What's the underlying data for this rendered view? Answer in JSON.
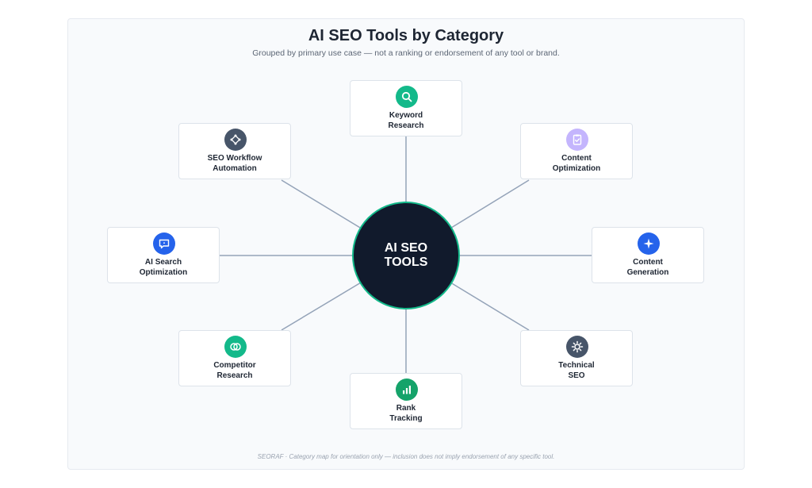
{
  "header": {
    "title": "AI SEO Tools by Category",
    "subtitle": "Grouped by primary use case — not a ranking or endorsement of any tool or brand."
  },
  "hub": {
    "line1": "AI SEO",
    "line2": "TOOLS",
    "ring_color": "#13b98a",
    "fill_color": "#111a2c"
  },
  "categories": [
    {
      "line1": "Keyword",
      "line2": "Research",
      "icon": "search-icon",
      "color": "#13b98a"
    },
    {
      "line1": "Content",
      "line2": "Optimization",
      "icon": "clipboard-check-icon",
      "color": "#c4b5fd"
    },
    {
      "line1": "Content",
      "line2": "Generation",
      "icon": "sparkle-icon",
      "color": "#2563eb"
    },
    {
      "line1": "Technical",
      "line2": "SEO",
      "icon": "gear-icon",
      "color": "#475569"
    },
    {
      "line1": "Rank",
      "line2": "Tracking",
      "icon": "bar-chart-icon",
      "color": "#15a36a"
    },
    {
      "line1": "Competitor",
      "line2": "Research",
      "icon": "overlap-circles-icon",
      "color": "#13b98a"
    },
    {
      "line1": "AI Search",
      "line2": "Optimization",
      "icon": "chat-bubble-icon",
      "color": "#2563eb"
    },
    {
      "line1": "SEO Workflow",
      "line2": "Automation",
      "icon": "workflow-icon",
      "color": "#475569"
    }
  ],
  "footer": "SEORAF · Category map for orientation only — inclusion does not imply endorsement of any specific tool."
}
